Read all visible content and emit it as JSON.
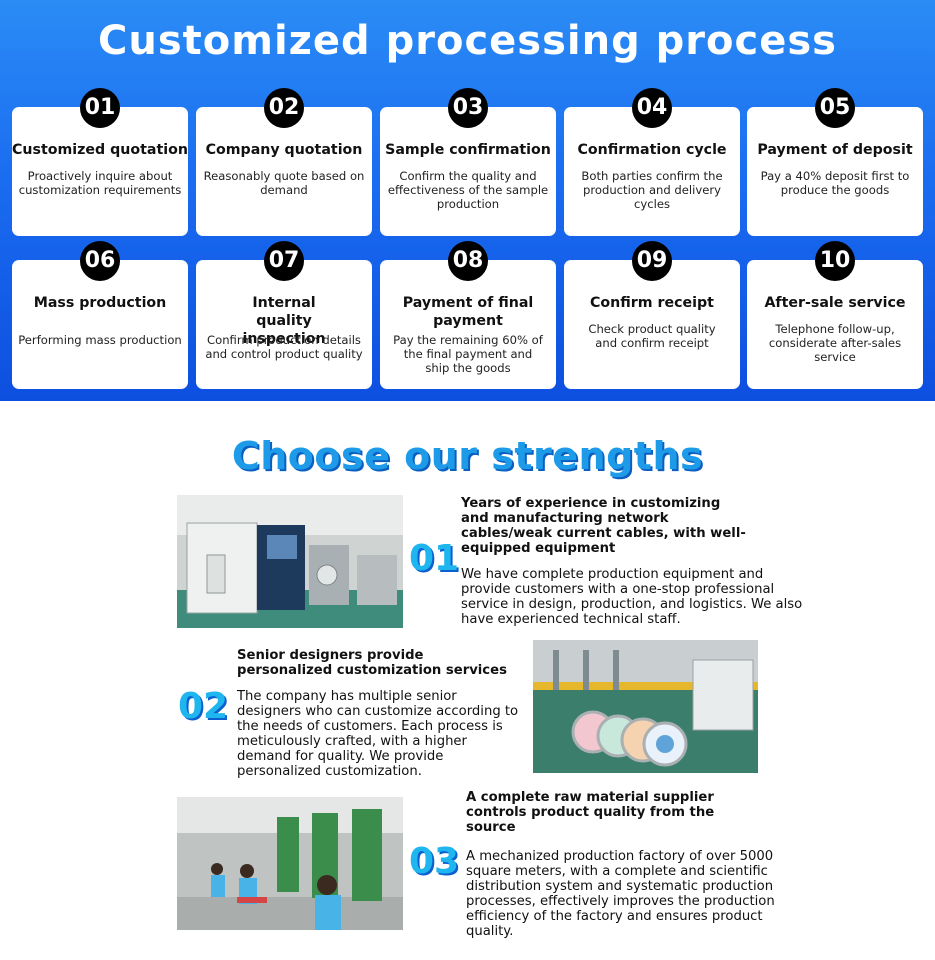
{
  "process": {
    "title": "Customized processing process",
    "steps": [
      {
        "num": "01",
        "title": "Customized quotation",
        "desc": "Proactively inquire about customization requirements"
      },
      {
        "num": "02",
        "title": "Company quotation",
        "desc": "Reasonably quote based on demand"
      },
      {
        "num": "03",
        "title": "Sample confirmation",
        "desc": "Confirm the quality and effectiveness of the sample production"
      },
      {
        "num": "04",
        "title": "Confirmation cycle",
        "desc": "Both parties confirm the production and delivery cycles"
      },
      {
        "num": "05",
        "title": "Payment of deposit",
        "desc": "Pay a 40% deposit first to produce the goods"
      },
      {
        "num": "06",
        "title": "Mass production",
        "desc": "Performing mass production"
      },
      {
        "num": "07",
        "title": "Internal quality inspection",
        "desc": "Confirm production details and control product quality"
      },
      {
        "num": "08",
        "title": "Payment of final payment",
        "desc": "Pay the remaining 60% of the final payment and ship the goods"
      },
      {
        "num": "09",
        "title": "Confirm receipt",
        "desc": "Check product quality and confirm receipt"
      },
      {
        "num": "10",
        "title": "After-sale service",
        "desc": "Telephone follow-up, considerate after-sales service"
      }
    ]
  },
  "strengths": {
    "title": "Choose our strengths",
    "items": [
      {
        "num": "01",
        "heading": "Years of experience in customizing and manufacturing network cables/weak current cables, with well-equipped equipment",
        "body": "We have complete production equipment and provide customers with a one-stop professional service in design, production, and logistics. We also have experienced technical staff."
      },
      {
        "num": "02",
        "heading": "Senior designers provide personalized customization services",
        "body": "The company has multiple senior designers who can customize according to the needs of customers. Each process is meticulously crafted, with a higher demand for quality. We provide personalized customization."
      },
      {
        "num": "03",
        "heading": "A complete raw material supplier controls product quality from the source",
        "body": "A mechanized production factory of over 5000 square meters, with a complete and scientific distribution system and systematic production processes, effectively improves the production efficiency of the factory and ensures product quality."
      }
    ]
  }
}
